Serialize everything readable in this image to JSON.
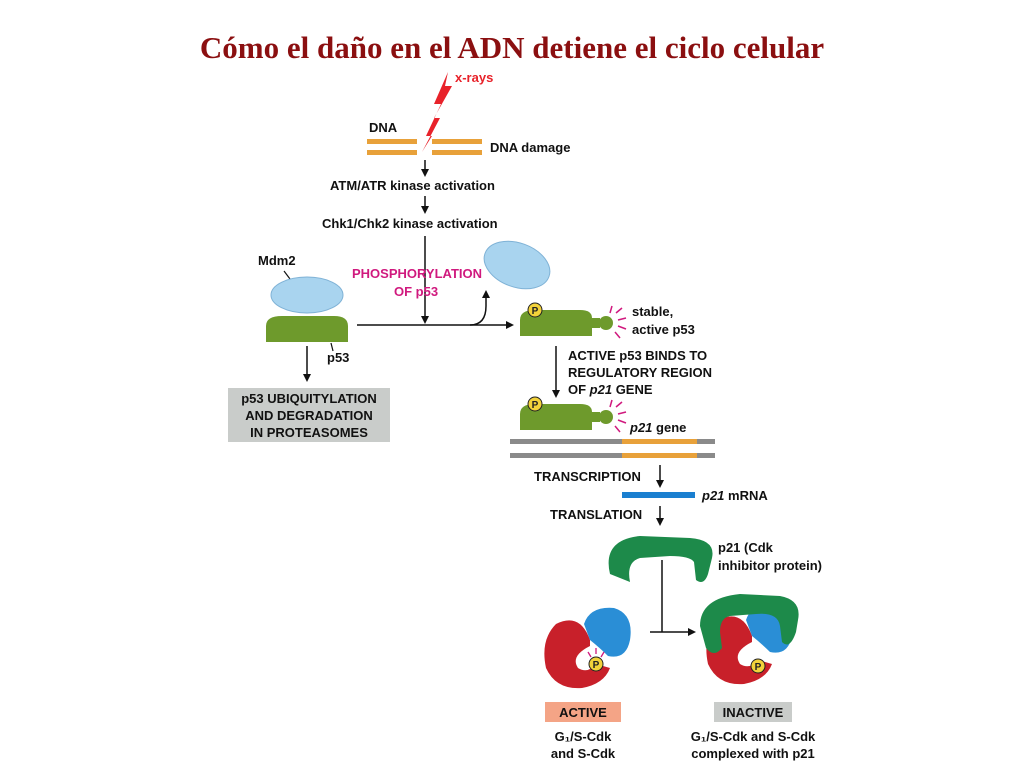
{
  "title": "Cómo el daño en el ADN detiene el ciclo celular",
  "labels": {
    "xrays": "x-rays",
    "dna": "DNA",
    "dna_damage": "DNA damage",
    "atm_atr": "ATM/ATR kinase activation",
    "chk": "Chk1/Chk2 kinase activation",
    "mdm2": "Mdm2",
    "phos_line1": "PHOSPHORYLATION",
    "phos_line2": "OF p53",
    "p53": "p53",
    "ubiq_line1": "p53 UBIQUITYLATION",
    "ubiq_line2": "AND DEGRADATION",
    "ubiq_line3": "IN PROTEASOMES",
    "stable_line1": "stable,",
    "stable_line2": "active p53",
    "binds_line1": "ACTIVE p53 BINDS TO",
    "binds_line2": "REGULATORY REGION",
    "binds_line3_prefix": "OF ",
    "binds_line3_gene": "p21",
    "binds_line3_suffix": " GENE",
    "p21_gene_italic": "p21",
    "p21_gene_suffix": " gene",
    "transcription": "TRANSCRIPTION",
    "p21_mrna_italic": "p21",
    "p21_mrna_suffix": " mRNA",
    "translation": "TRANSLATION",
    "p21_cdk_line1": "p21 (Cdk",
    "p21_cdk_line2": "inhibitor protein)",
    "active": "ACTIVE",
    "inactive": "INACTIVE",
    "active_desc_line1": "G₁/S-Cdk",
    "active_desc_line2": "and S-Cdk",
    "inactive_desc_line1": "G₁/S-Cdk and S-Cdk",
    "inactive_desc_line2": "complexed with p21",
    "p": "P"
  },
  "colors": {
    "title": "#8b0f10",
    "dna_orange": "#e8a13a",
    "p53_green": "#6e9a2c",
    "mdm2_blue": "#a9d4ef",
    "phosphate_yellow": "#f2d23a",
    "pink_text": "#d0197e",
    "xray_red": "#e8222a",
    "box_gray": "#c9ccca",
    "active_box": "#f4a486",
    "cdk_red": "#c8202a",
    "cyclin_blue": "#2a8ed6",
    "p21_green": "#1d8a4a",
    "mrna_blue": "#1a7fd0"
  }
}
